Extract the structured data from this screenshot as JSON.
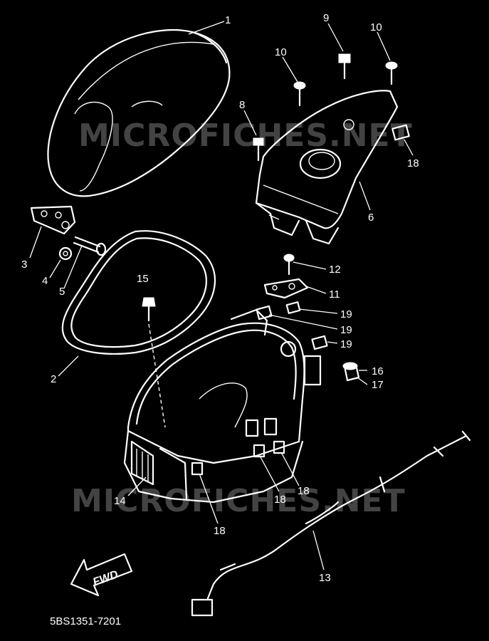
{
  "diagram": {
    "watermark": "MICROFICHES.NET",
    "diagram_code": "5BS1351-7201",
    "direction_label": "FWD",
    "callouts": [
      {
        "id": "callout-1",
        "label": "1"
      },
      {
        "id": "callout-9",
        "label": "9"
      },
      {
        "id": "callout-10a",
        "label": "10"
      },
      {
        "id": "callout-10b",
        "label": "10"
      },
      {
        "id": "callout-8",
        "label": "8"
      },
      {
        "id": "callout-18a",
        "label": "18"
      },
      {
        "id": "callout-6",
        "label": "6"
      },
      {
        "id": "callout-3",
        "label": "3"
      },
      {
        "id": "callout-4",
        "label": "4"
      },
      {
        "id": "callout-5",
        "label": "5"
      },
      {
        "id": "callout-15",
        "label": "15"
      },
      {
        "id": "callout-2",
        "label": "2"
      },
      {
        "id": "callout-12",
        "label": "12"
      },
      {
        "id": "callout-11",
        "label": "11"
      },
      {
        "id": "callout-19a",
        "label": "19"
      },
      {
        "id": "callout-19b",
        "label": "19"
      },
      {
        "id": "callout-19c",
        "label": "19"
      },
      {
        "id": "callout-16",
        "label": "16"
      },
      {
        "id": "callout-17",
        "label": "17"
      },
      {
        "id": "callout-14",
        "label": "14"
      },
      {
        "id": "callout-18b",
        "label": "18"
      },
      {
        "id": "callout-18c",
        "label": "18"
      },
      {
        "id": "callout-18d",
        "label": "18"
      },
      {
        "id": "callout-13",
        "label": "13"
      }
    ]
  }
}
